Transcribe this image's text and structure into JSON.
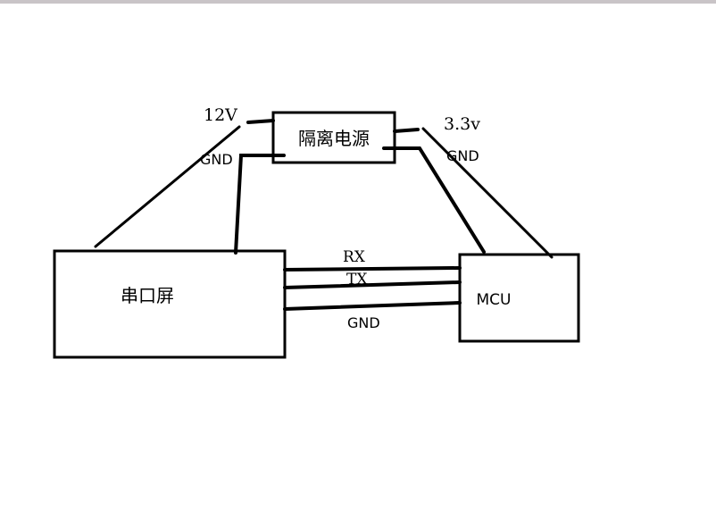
{
  "colors": {
    "background": "#ffffff",
    "stroke": "#000000",
    "top_strip": "#c9c4c7"
  },
  "diagram": {
    "isolation_power": {
      "label": "隔离电源"
    },
    "serial_screen": {
      "label": "串口屏"
    },
    "mcu": {
      "label": "MCU"
    },
    "labels": {
      "v12": "12V",
      "gnd_left": "GND",
      "v33": "3.3v",
      "gnd_right": "GND",
      "rx": "RX",
      "tx": "TX",
      "gnd_bottom": "GND"
    }
  }
}
